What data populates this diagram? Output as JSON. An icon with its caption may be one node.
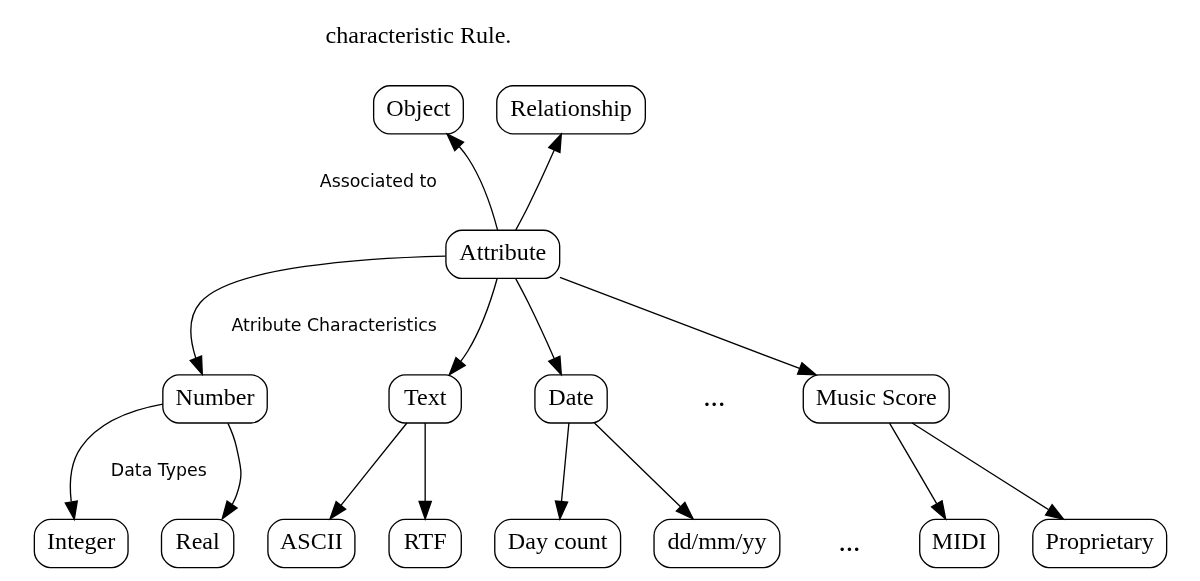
{
  "diagram": {
    "nodes": [
      {
        "text": [
          "Object"
        ]
      },
      {
        "text": [
          "Relationship"
        ]
      },
      {
        "text": [
          "Attribute"
        ]
      },
      {
        "text": [
          "Number"
        ]
      },
      {
        "text": [
          "Text"
        ]
      },
      {
        "text": [
          "Date"
        ]
      },
      {
        "text": [
          "Music Score"
        ]
      },
      {
        "text": [
          "Integer"
        ]
      },
      {
        "text": [
          "Real"
        ]
      },
      {
        "text": [
          "ASCII"
        ]
      },
      {
        "text": [
          "RTF"
        ]
      },
      {
        "text": [
          "Day count"
        ]
      },
      {
        "text": [
          "dd/mm/yy"
        ]
      },
      {
        "text": [
          "MIDI"
        ]
      },
      {
        "text": [
          "Proprietary"
        ]
      }
    ],
    "edges": [
      {
        "from": 2,
        "to": 0,
        "arrow": "to"
      },
      {
        "from": 2,
        "to": 1,
        "arrow": "to"
      },
      {
        "from": 2,
        "to": 3,
        "arrow": "to"
      },
      {
        "from": 2,
        "to": 4,
        "arrow": "to"
      },
      {
        "from": 2,
        "to": 5,
        "arrow": "to"
      },
      {
        "from": 2,
        "to": 6,
        "arrow": "to"
      },
      {
        "from": 3,
        "to": 7,
        "arrow": "to"
      },
      {
        "from": 3,
        "to": 8,
        "arrow": "to"
      },
      {
        "from": 4,
        "to": 9,
        "arrow": "to"
      },
      {
        "from": 4,
        "to": 10,
        "arrow": "to"
      },
      {
        "from": 5,
        "to": 11,
        "arrow": "to"
      },
      {
        "from": 5,
        "to": 12,
        "arrow": "to"
      },
      {
        "from": 6,
        "to": 13,
        "arrow": "to"
      },
      {
        "from": 6,
        "to": 14,
        "arrow": "to"
      }
    ],
    "labels": [
      "characteristic Rule.",
      "Associated to",
      "Atribute Characteristics",
      "Data Types",
      "...",
      "..."
    ]
  }
}
